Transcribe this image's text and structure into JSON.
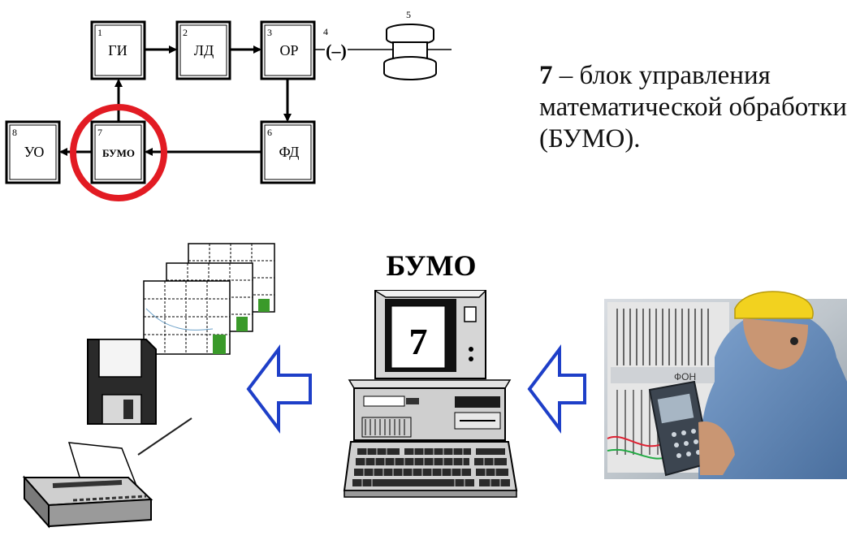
{
  "diagram": {
    "blocks": [
      {
        "num": "1",
        "label": "ГИ"
      },
      {
        "num": "2",
        "label": "ЛД"
      },
      {
        "num": "3",
        "label": "ОР"
      },
      {
        "num": "4",
        "label": "(–)"
      },
      {
        "num": "5",
        "label": ""
      },
      {
        "num": "6",
        "label": "ФД"
      },
      {
        "num": "7",
        "label": "БУМО"
      },
      {
        "num": "8",
        "label": "УО"
      }
    ]
  },
  "description": {
    "number": "7",
    "text_line1": " – блок управления",
    "text_line2": "математической обработки",
    "text_line3": "(БУМО)."
  },
  "illustration": {
    "title": "БУМО",
    "screen_number": "7",
    "photo_label": "ФОН"
  },
  "colors": {
    "highlight_circle": "#e21b23",
    "arrow_outline": "#1e3fc8"
  }
}
